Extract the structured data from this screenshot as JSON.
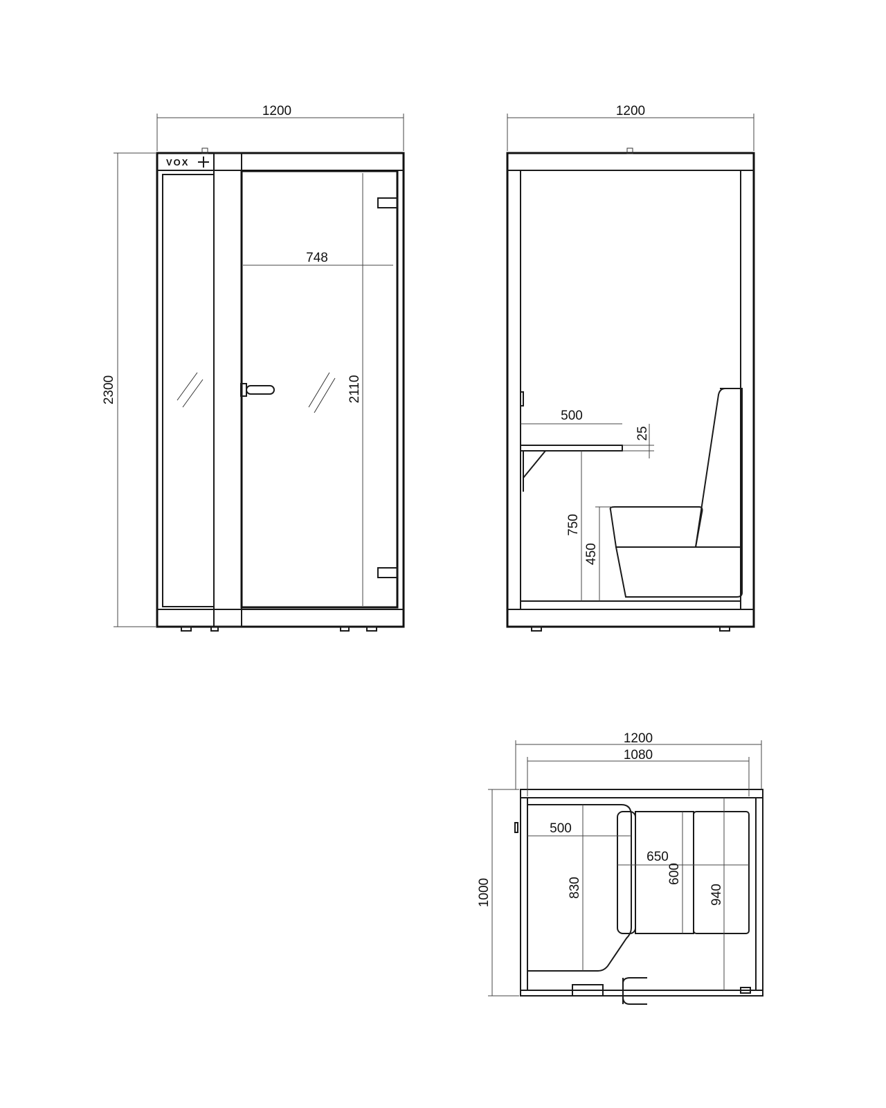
{
  "front_view": {
    "logo": "VOX",
    "dims": {
      "width": "1200",
      "height": "2300",
      "door_width": "748",
      "door_height": "2110"
    }
  },
  "side_view": {
    "dims": {
      "width": "1200",
      "desk_depth": "500",
      "desk_thickness": "25",
      "desk_height": "750",
      "seat_height": "450"
    }
  },
  "plan_view": {
    "dims": {
      "outer_width": "1200",
      "inner_width": "1080",
      "depth": "1000",
      "desk_depth": "500",
      "desk_length": "830",
      "seat_depth": "650",
      "seat_width": "600",
      "bench_length": "940"
    }
  },
  "colors": {
    "line": "#1a1a1a",
    "background": "#ffffff"
  }
}
